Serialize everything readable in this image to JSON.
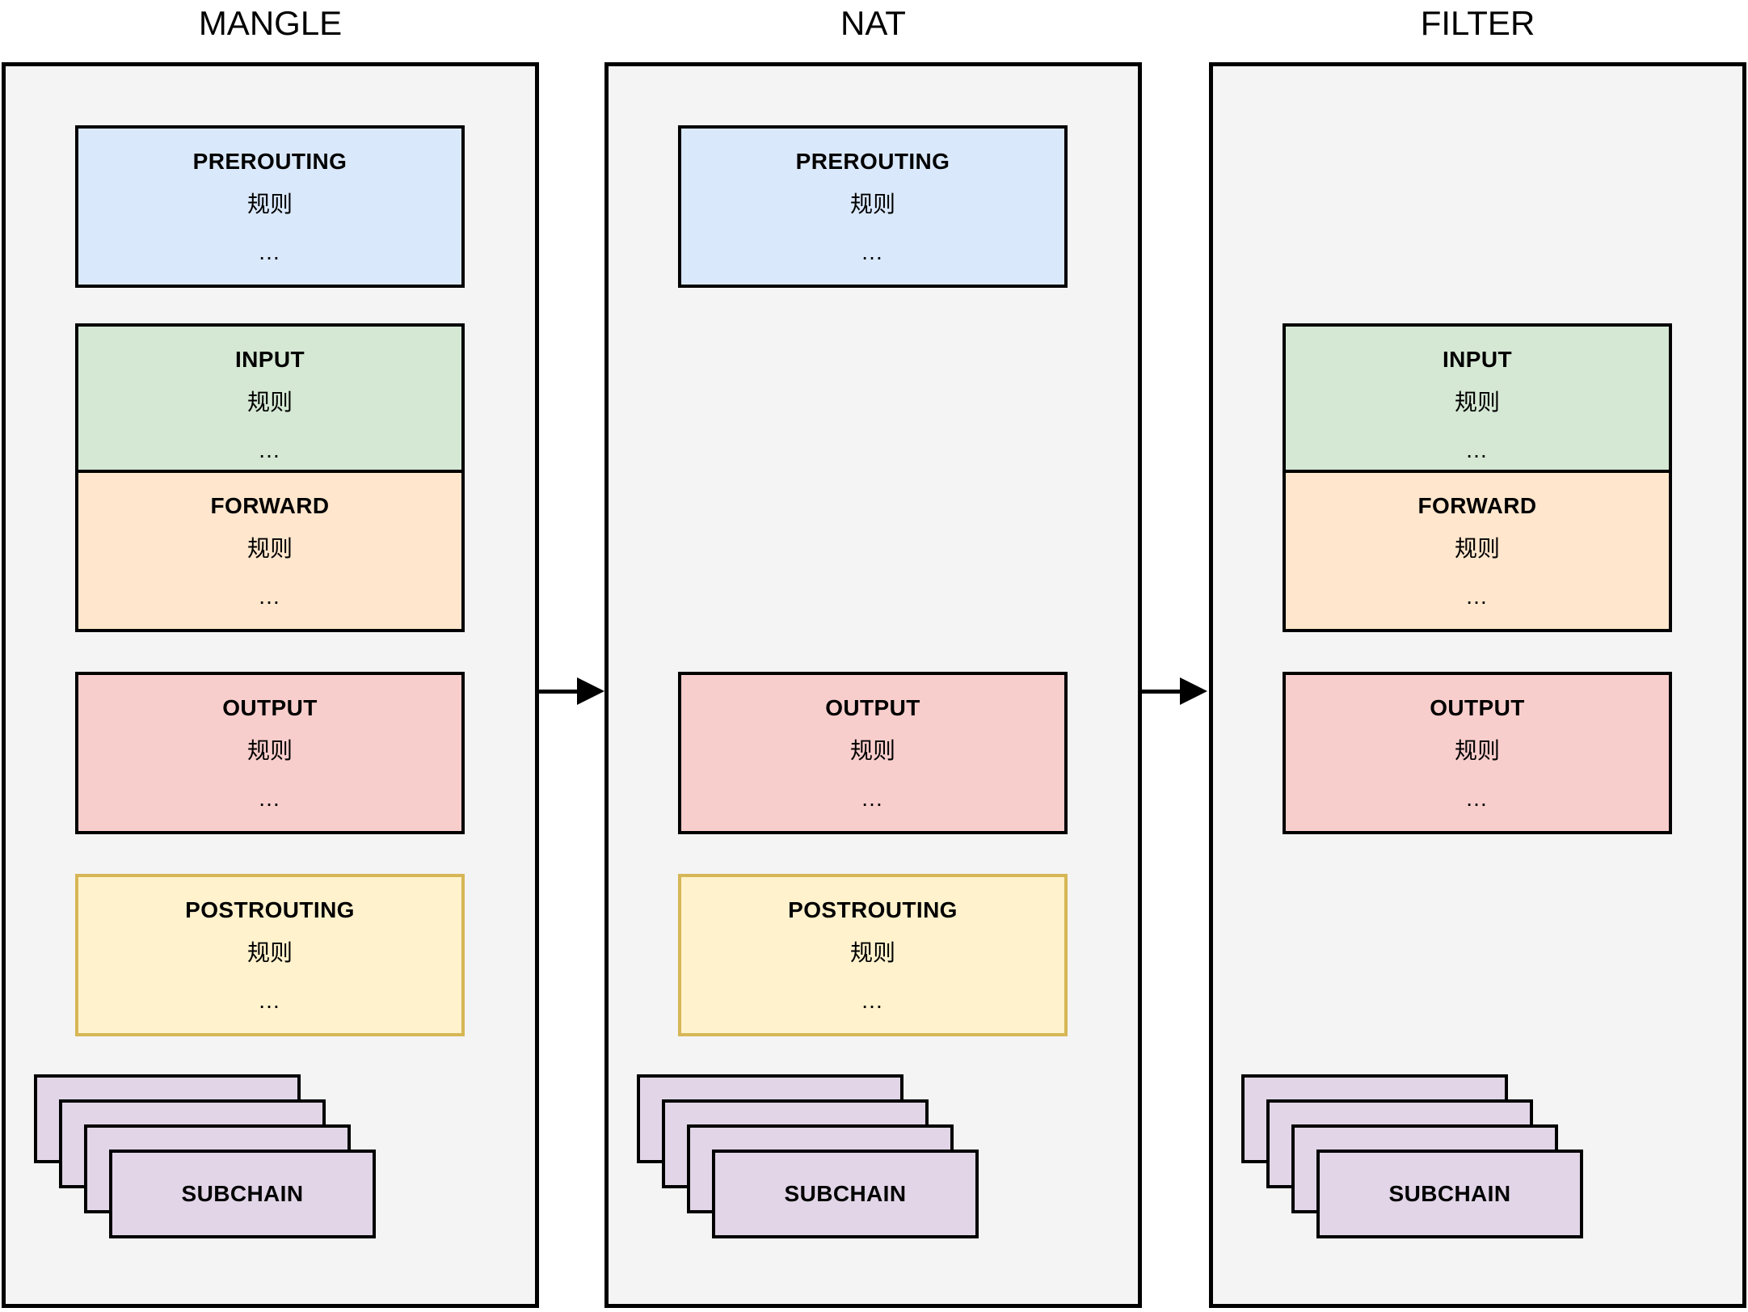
{
  "diagram": {
    "type": "iptables-tables-chains",
    "rule_label": "规则",
    "ellipsis": "…",
    "subchain_label": "SUBCHAIN",
    "colors": {
      "panel_bg": "#f4f4f4",
      "panel_border": "#000000",
      "prerouting_fill": "#dae8fc",
      "input_fill": "#d5e8d4",
      "forward_fill": "#ffe6cc",
      "output_fill": "#f8cecc",
      "postrouting_fill": "#fff2cc",
      "postrouting_border": "#d6b656",
      "subchain_fill": "#e1d5e7",
      "page_bg": "#ffffff"
    },
    "tables": [
      {
        "title": "MANGLE",
        "chains": [
          {
            "name": "PREROUTING",
            "rule": "规则",
            "dots": "…",
            "color": "blue"
          },
          {
            "name": "INPUT",
            "rule": "规则",
            "dots": "…",
            "color": "green"
          },
          {
            "name": "FORWARD",
            "rule": "规则",
            "dots": "…",
            "color": "orange"
          },
          {
            "name": "OUTPUT",
            "rule": "规则",
            "dots": "…",
            "color": "red"
          },
          {
            "name": "POSTROUTING",
            "rule": "规则",
            "dots": "…",
            "color": "yellow"
          }
        ],
        "subchain": {
          "label": "SUBCHAIN",
          "stack_count": 4
        }
      },
      {
        "title": "NAT",
        "chains": [
          {
            "name": "PREROUTING",
            "rule": "规则",
            "dots": "…",
            "color": "blue"
          },
          {
            "name": "OUTPUT",
            "rule": "规则",
            "dots": "…",
            "color": "red"
          },
          {
            "name": "POSTROUTING",
            "rule": "规则",
            "dots": "…",
            "color": "yellow"
          }
        ],
        "subchain": {
          "label": "SUBCHAIN",
          "stack_count": 4
        }
      },
      {
        "title": "FILTER",
        "chains": [
          {
            "name": "INPUT",
            "rule": "规则",
            "dots": "…",
            "color": "green"
          },
          {
            "name": "FORWARD",
            "rule": "规则",
            "dots": "…",
            "color": "orange"
          },
          {
            "name": "OUTPUT",
            "rule": "规则",
            "dots": "…",
            "color": "red"
          }
        ],
        "subchain": {
          "label": "SUBCHAIN",
          "stack_count": 4
        }
      }
    ],
    "arrows": [
      {
        "from": "MANGLE",
        "to": "NAT"
      },
      {
        "from": "NAT",
        "to": "FILTER"
      }
    ]
  }
}
